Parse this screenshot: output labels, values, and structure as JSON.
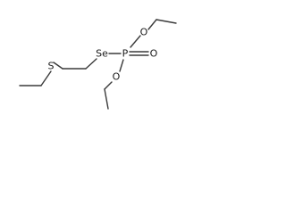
{
  "molecule": {
    "atoms": {
      "se": "Se",
      "p": "P",
      "o_double": "O",
      "o_upper": "O",
      "o_lower": "O",
      "s": "S"
    },
    "colors": {
      "bond": "#3a3a3a",
      "label": "#1a1a1a",
      "background": "#ffffff"
    }
  }
}
